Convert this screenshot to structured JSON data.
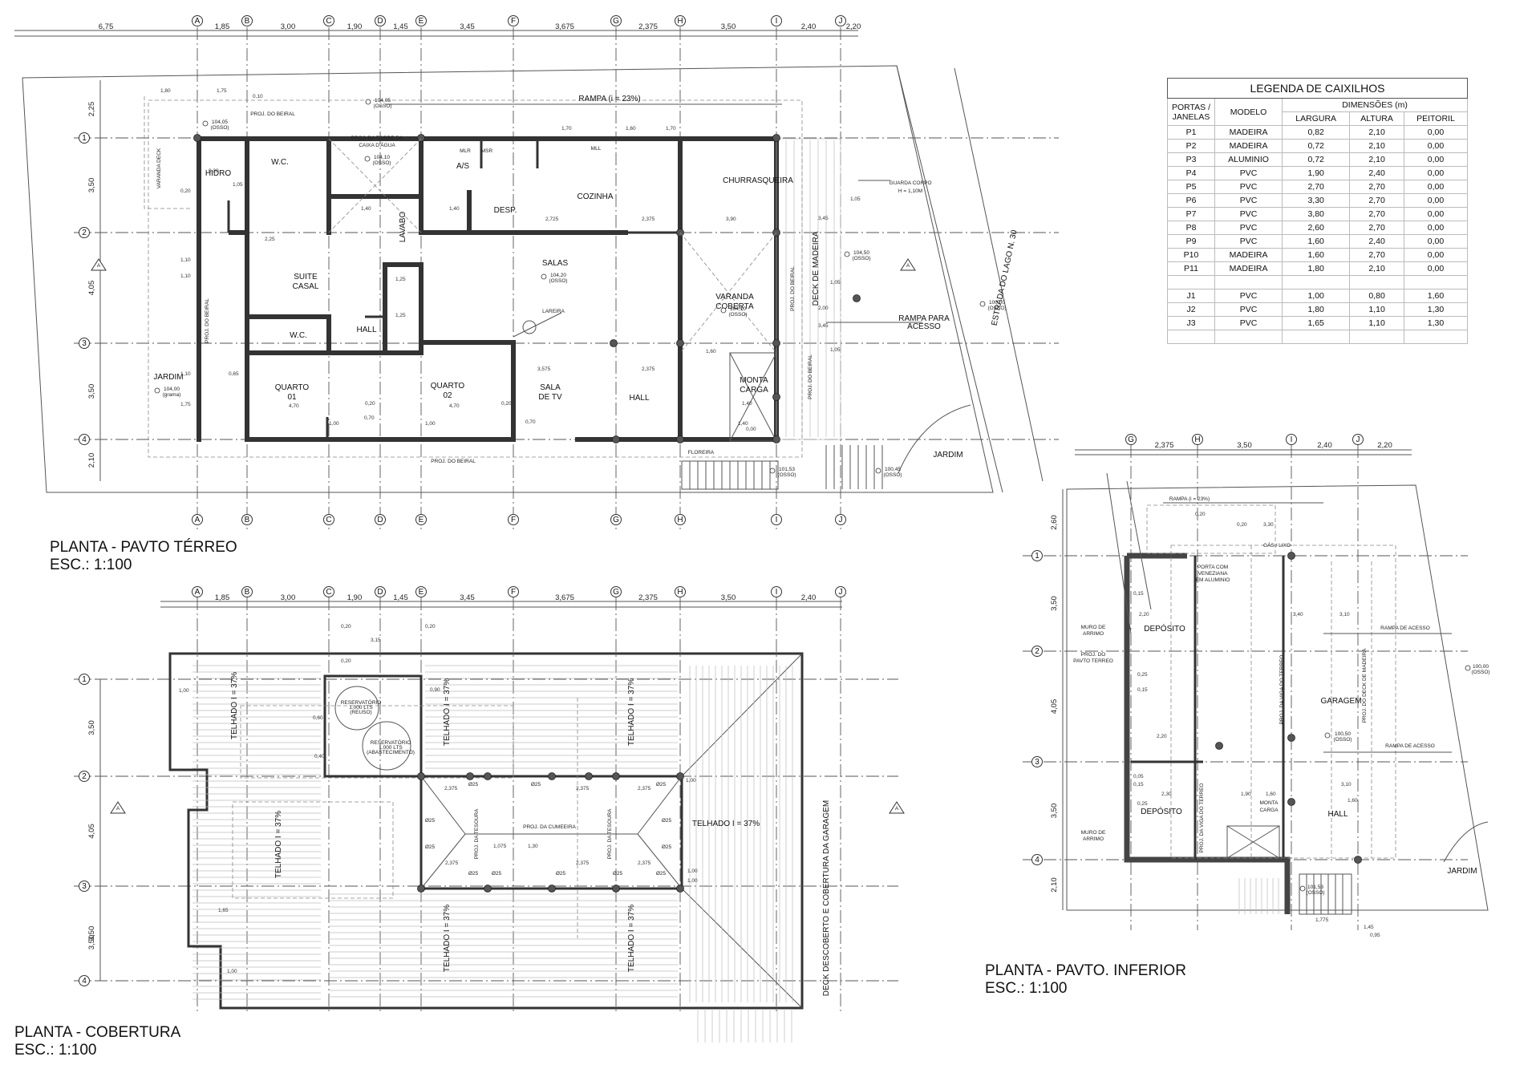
{
  "views": {
    "terreo": {
      "title": "PLANTA - PAVTO TÉRREO",
      "scale": "ESC.: 1:100"
    },
    "cobertura": {
      "title": "PLANTA - COBERTURA",
      "scale": "ESC.: 1:100"
    },
    "inferior": {
      "title": "PLANTA - PAVTO. INFERIOR",
      "scale": "ESC.: 1:100"
    }
  },
  "legend": {
    "title": "LEGENDA DE CAIXILHOS",
    "col_item": "PORTAS / JANELAS",
    "col_model": "MODELO",
    "col_dims": "DIMENSÕES (m)",
    "col_width": "LARGURA",
    "col_height": "ALTURA",
    "col_sill": "PEITORIL",
    "rows": [
      [
        "P1",
        "MADEIRA",
        "0,82",
        "2,10",
        "0,00"
      ],
      [
        "P2",
        "MADEIRA",
        "0,72",
        "2,10",
        "0,00"
      ],
      [
        "P3",
        "ALUMINIO",
        "0,72",
        "2,10",
        "0,00"
      ],
      [
        "P4",
        "PVC",
        "1,90",
        "2,40",
        "0,00"
      ],
      [
        "P5",
        "PVC",
        "2,70",
        "2,70",
        "0,00"
      ],
      [
        "P6",
        "PVC",
        "3,30",
        "2,70",
        "0,00"
      ],
      [
        "P7",
        "PVC",
        "3,80",
        "2,70",
        "0,00"
      ],
      [
        "P8",
        "PVC",
        "2,60",
        "2,70",
        "0,00"
      ],
      [
        "P9",
        "PVC",
        "1,60",
        "2,40",
        "0,00"
      ],
      [
        "P10",
        "MADEIRA",
        "1,60",
        "2,70",
        "0,00"
      ],
      [
        "P11",
        "MADEIRA",
        "1,80",
        "2,10",
        "0,00"
      ],
      [
        "",
        "",
        "",
        "",
        ""
      ],
      [
        "J1",
        "PVC",
        "1,00",
        "0,80",
        "1,60"
      ],
      [
        "J2",
        "PVC",
        "1,80",
        "1,10",
        "1,30"
      ],
      [
        "J3",
        "PVC",
        "1,65",
        "1,10",
        "1,30"
      ],
      [
        "",
        "",
        "",
        "",
        ""
      ]
    ]
  },
  "grid": {
    "cols_main": [
      "A",
      "B",
      "C",
      "D",
      "E",
      "F",
      "G",
      "H",
      "I",
      "J"
    ],
    "spacing_top_terreo": [
      "6,75",
      "1,85",
      "3,00",
      "1,90",
      "1,45",
      "3,45",
      "3,675",
      "2,375",
      "3,50",
      "2,40",
      "2,20"
    ],
    "spacing_top_cobertura": [
      "1,85",
      "3,00",
      "1,90",
      "1,45",
      "3,45",
      "3,675",
      "2,375",
      "3,50",
      "2,40"
    ],
    "rows": [
      "1",
      "2",
      "3",
      "4"
    ],
    "spacing_side_terreo": [
      "2,25",
      "3,50",
      "4,05",
      "3,50",
      "2,10"
    ],
    "spacing_side_cobertura": [
      "3,50",
      "4,05",
      "3,50",
      "3,50"
    ],
    "cols_inferior": [
      "G",
      "H",
      "I",
      "J"
    ],
    "spacing_top_inferior": [
      "2,375",
      "3,50",
      "2,40",
      "2,20"
    ],
    "spacing_side_inferior": [
      "2,60",
      "3,50",
      "4,05",
      "3,50",
      "2,10"
    ]
  },
  "terreo": {
    "rooms": [
      {
        "name": "HIDRO"
      },
      {
        "name": "W.C."
      },
      {
        "name": "A/S"
      },
      {
        "name": "DESP."
      },
      {
        "name": "COZINHA"
      },
      {
        "name": "CHURRASQUEIRA"
      },
      {
        "name": "SUITE CASAL"
      },
      {
        "name": "SALAS",
        "level": "104,20",
        "finish": "(OSSO)"
      },
      {
        "name": "VARANDA COBERTA",
        "level": "104,10",
        "finish": "(OSSO)"
      },
      {
        "name": "HALL"
      },
      {
        "name": "W.C."
      },
      {
        "name": "QUARTO 01"
      },
      {
        "name": "QUARTO 02"
      },
      {
        "name": "SALA DE TV"
      },
      {
        "name": "HALL"
      },
      {
        "name": "MONTA CARGA"
      },
      {
        "name": "JARDIM",
        "level": "104,00",
        "finish": "(grama)"
      },
      {
        "name": "JARDIM"
      }
    ],
    "notes": [
      "PROJ. DO BEIRAL",
      "PROJ. DO BEIRAL",
      "PROJ. DO BEIRAL",
      "PROJ. DO BEIRAL",
      "PROJ. DA TORRE DA CAIXA D'ÁGUA",
      "RAMPA (i = 23%)",
      "GUARDA CORPO H = 1,10M",
      "DECK DE MADEIRA",
      "PROJ. DO BEIRAL",
      "RAMPA PARA ACESSO",
      "LAREIRA",
      "VARANDA DECK",
      "LAVABO",
      "MLR",
      "MSR",
      "MLL",
      "FLOREIRA",
      "ESTRADA DO LAGO N. 30"
    ],
    "levels": [
      {
        "value": "104,05",
        "finish": "(OSSO)"
      },
      {
        "value": "104,05",
        "finish": "(OSSO)"
      },
      {
        "value": "104,10",
        "finish": "(OSSO)"
      },
      {
        "value": "104,50",
        "finish": "(OSSO)"
      },
      {
        "value": "100,00",
        "finish": "(OSSO)"
      },
      {
        "value": "101,53",
        "finish": "(OSSO)"
      },
      {
        "value": "100,45",
        "finish": "(OSSO)"
      }
    ],
    "section_mark": "A"
  },
  "cobertura": {
    "notes": [
      "TELHADO I = 37%",
      "TELHADO I = 37%",
      "TELHADO I = 37%",
      "TELHADO I = 37%",
      "TELHADO I = 37%",
      "TELHADO I = 37%",
      "TELHADO I = 37%",
      "PROJ. DA CUMEEIRA",
      "PROJ. DA TESOURA",
      "PROJ. DA TESOURA",
      "DECK DESCOBERTO E COBERTURA DA GARAGEM",
      "RESERVATÓRIO 1.000 LTS (REUSO)",
      "RESERVATÓRIO 1.000 LTS (ABASTECIMENTO)"
    ],
    "pillars": [
      "Ø25",
      "Ø25",
      "Ø25",
      "Ø25",
      "Ø25",
      "Ø25",
      "Ø25",
      "Ø25",
      "Ø25",
      "Ø25",
      "Ø25",
      "Ø25"
    ]
  },
  "inferior": {
    "rooms": [
      {
        "name": "DEPÓSITO"
      },
      {
        "name": "DEPÓSITO"
      },
      {
        "name": "GARAGEM",
        "level": "100,50",
        "finish": "(OSSO)"
      },
      {
        "name": "MONTA CARGA"
      },
      {
        "name": "HALL"
      },
      {
        "name": "JARDIM"
      }
    ],
    "notes": [
      "RAMPA (i = 23%)",
      "GÁS / LIXO",
      "PORTA COM VENEZIANA EM ALUMINIO",
      "MURO DE ARRIMO",
      "MURO DE ARRIMO",
      "PROJ. DO PAVTO TERREO",
      "RAMPA DE ACESSO",
      "RAMPA DE ACESSO",
      "PROJ. DO DECK DE MADEIRA",
      "PROJ. DA VIGA DO TERREO",
      "PROJ. DA VIGA DO TERREO"
    ],
    "levels": [
      {
        "value": "100,00",
        "finish": "(OSSO)"
      },
      {
        "value": "101,53",
        "finish": "(OSSO)"
      }
    ]
  }
}
